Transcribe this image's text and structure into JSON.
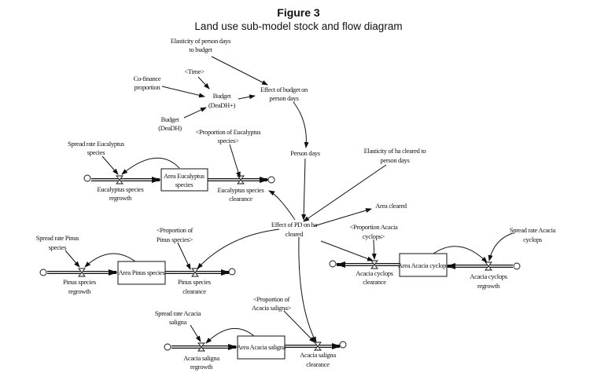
{
  "figure": {
    "label": "Figure 3",
    "title": "Land use sub-model stock and flow diagram"
  },
  "variables": {
    "elasticity_pd_budget": [
      "Elasticity of person days",
      "to budget"
    ],
    "time": [
      "<Time>"
    ],
    "cofinance": [
      "Co-finance",
      "proportion"
    ],
    "budget_plus": [
      "Budget",
      "(DeaDH+)"
    ],
    "effect_budget_pd": [
      "Effect of budget on",
      "person days"
    ],
    "budget": [
      "Budget",
      "(DeaDH)"
    ],
    "prop_eucalyptus": [
      "<Proportion of Eucalyptus",
      "species>"
    ],
    "spread_eucalyptus": [
      "Spread rate Eucalyptus",
      "species"
    ],
    "person_days": [
      "Person days"
    ],
    "elasticity_ha_pd": [
      "Elasticity of ha cleared to",
      "person days"
    ],
    "effect_pd_ha": [
      "Effect of PD on ha",
      "cleared"
    ],
    "area_cleared": [
      "Area cleared"
    ],
    "prop_cyclops": [
      "<Proportion Acacia",
      "cyclops>"
    ],
    "spread_cyclops": [
      "Spread rate Acacia",
      "cyclops"
    ],
    "spread_pinus": [
      "Spread rate Pinus",
      "species"
    ],
    "prop_pinus": [
      "<Proportion of",
      "Pinus species>"
    ],
    "prop_saligna": [
      "<Proportion of",
      "Acacia saligna>"
    ],
    "spread_saligna": [
      "Spread rate Acacia",
      "saligna"
    ]
  },
  "stocks": {
    "eucalyptus": [
      "Area Eucalyptus",
      "species"
    ],
    "pinus": [
      "Area Pinus species"
    ],
    "cyclops": [
      "Area Acacia cyclops"
    ],
    "saligna": [
      "Area Acacia saligna"
    ]
  },
  "flows": {
    "euc_regrowth": [
      "Eucalyptus species",
      "regrowth"
    ],
    "euc_clearance": [
      "Eucalyptus species",
      "clearance"
    ],
    "pinus_regrowth": [
      "Pinus species",
      "regrowth"
    ],
    "pinus_clearance": [
      "Pinus species",
      "clearance"
    ],
    "cyc_clearance": [
      "Acacia cyclops",
      "clearance"
    ],
    "cyc_regrowth": [
      "Acacia cyclops",
      "regrowth"
    ],
    "sal_regrowth": [
      "Acacia saligna",
      "regrowth"
    ],
    "sal_clearance": [
      "Acacia saligna",
      "clearance"
    ]
  }
}
